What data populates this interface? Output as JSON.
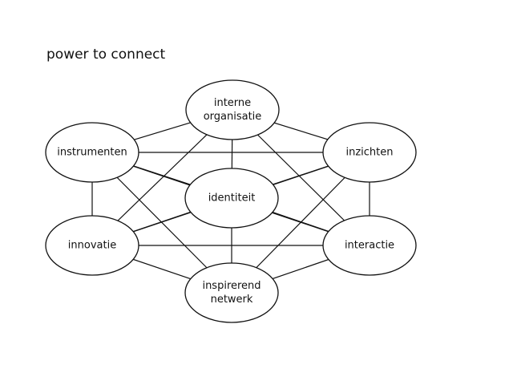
{
  "title": "power to connect",
  "colors": {
    "stroke": "#111111",
    "background": "#ffffff",
    "node_fill": "#ffffff"
  },
  "nodes": [
    {
      "id": "interne",
      "lines": [
        "interne",
        "organisatie"
      ]
    },
    {
      "id": "instrumenten",
      "lines": [
        "instrumenten"
      ]
    },
    {
      "id": "inzichten",
      "lines": [
        "inzichten"
      ]
    },
    {
      "id": "identiteit",
      "lines": [
        "identiteit"
      ]
    },
    {
      "id": "innovatie",
      "lines": [
        "innovatie"
      ]
    },
    {
      "id": "interactie",
      "lines": [
        "interactie"
      ]
    },
    {
      "id": "inspirerend",
      "lines": [
        "inspirerend",
        "netwerk"
      ]
    }
  ],
  "edges": [
    [
      "interne",
      "instrumenten"
    ],
    [
      "interne",
      "inzichten"
    ],
    [
      "interne",
      "identiteit"
    ],
    [
      "interne",
      "innovatie"
    ],
    [
      "interne",
      "interactie"
    ],
    [
      "instrumenten",
      "inzichten"
    ],
    [
      "instrumenten",
      "identiteit"
    ],
    [
      "instrumenten",
      "innovatie"
    ],
    [
      "instrumenten",
      "interactie"
    ],
    [
      "instrumenten",
      "inspirerend"
    ],
    [
      "inzichten",
      "identiteit"
    ],
    [
      "inzichten",
      "innovatie"
    ],
    [
      "inzichten",
      "interactie"
    ],
    [
      "inzichten",
      "inspirerend"
    ],
    [
      "identiteit",
      "innovatie"
    ],
    [
      "identiteit",
      "interactie"
    ],
    [
      "identiteit",
      "inspirerend"
    ],
    [
      "innovatie",
      "interactie"
    ],
    [
      "innovatie",
      "inspirerend"
    ],
    [
      "interactie",
      "inspirerend"
    ]
  ]
}
